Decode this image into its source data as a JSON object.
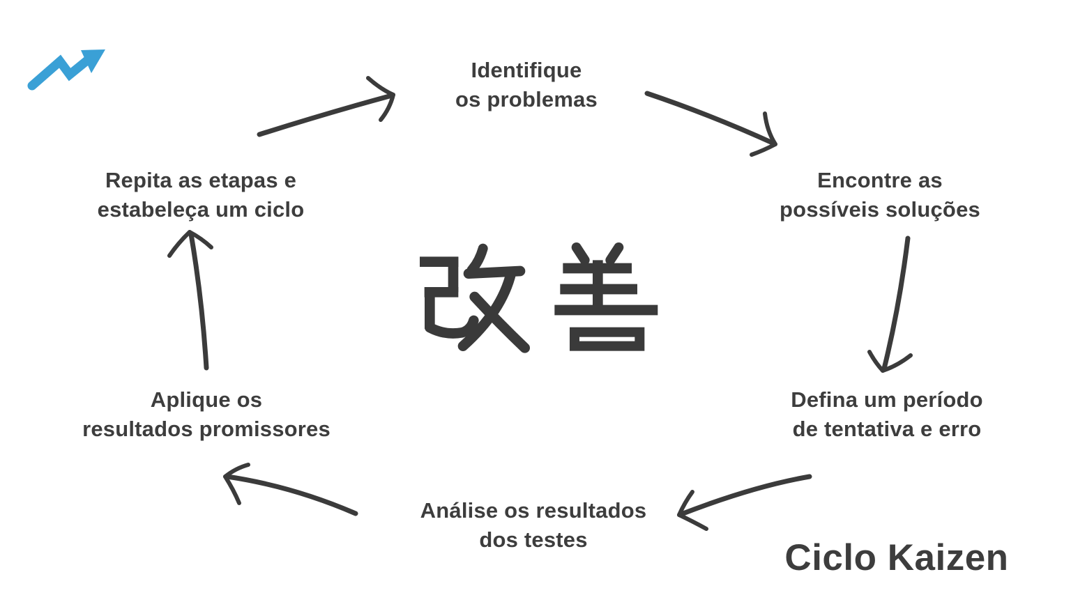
{
  "canvas": {
    "background": "#ffffff",
    "ink_color": "#3b3b3b",
    "text_color": "#3d3d3d",
    "accent_color": "#3aa0d6"
  },
  "logo": {
    "icon": "trending-up-arrow-icon",
    "color": "#3aa0d6"
  },
  "center": {
    "kanji": "改善"
  },
  "title": "Ciclo Kaizen",
  "steps": [
    {
      "id": "identifique",
      "label": "Identifique\nos problemas"
    },
    {
      "id": "encontre",
      "label": "Encontre as\npossíveis soluções"
    },
    {
      "id": "defina",
      "label": "Defina um período\nde tentativa e erro"
    },
    {
      "id": "analise",
      "label": "Análise os resultados\ndos testes"
    },
    {
      "id": "aplique",
      "label": "Aplique os\nresultados promissores"
    },
    {
      "id": "repita",
      "label": "Repita as etapas e\nestabeleça um ciclo"
    }
  ],
  "arrows": [
    {
      "name": "arrow-repita-to-identifique"
    },
    {
      "name": "arrow-identifique-to-encontre"
    },
    {
      "name": "arrow-encontre-to-defina"
    },
    {
      "name": "arrow-defina-to-analise"
    },
    {
      "name": "arrow-analise-to-aplique"
    },
    {
      "name": "arrow-aplique-to-repita"
    }
  ]
}
